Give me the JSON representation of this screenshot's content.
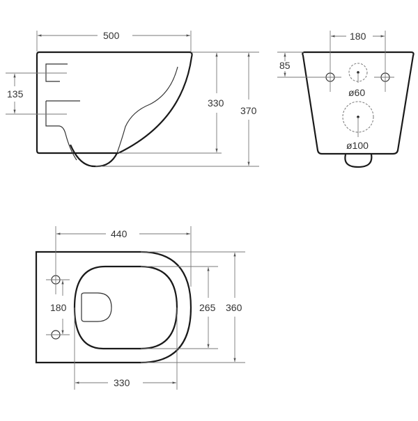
{
  "drawing": {
    "colors": {
      "outline": "#1a1a1a",
      "dimension": "#777777",
      "text": "#333333",
      "background": "#ffffff"
    },
    "side_view": {
      "width_label": "500",
      "mount_spacing_label": "135",
      "bowl_height_label": "330",
      "total_height_label": "370"
    },
    "rear_view": {
      "bolt_spacing_label": "180",
      "bolt_height_label": "85",
      "inlet_diameter_label": "ø60",
      "outlet_diameter_label": "ø100"
    },
    "top_view": {
      "depth_label": "440",
      "bolt_spacing_label": "180",
      "opening_width_label": "265",
      "total_width_label": "360",
      "opening_length_label": "330"
    }
  }
}
